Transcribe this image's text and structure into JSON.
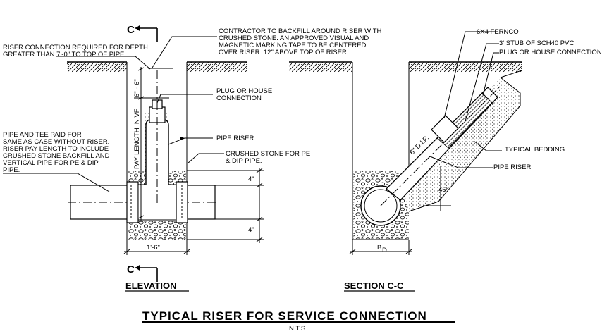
{
  "title": "TYPICAL RISER FOR SERVICE CONNECTION",
  "subtitle": "N.T.S.",
  "section_marker": "C",
  "elevation": {
    "label": "ELEVATION",
    "note_riser_depth": [
      "RISER CONNECTION REQUIRED FOR DEPTH",
      "GREATER THAN 7'-0\" TO TOP OF PIPE."
    ],
    "note_backfill": [
      "CONTRACTOR TO BACKFILL AROUND RISER WITH",
      "CRUSHED STONE.  AN APPROVED VISUAL AND",
      "MAGNETIC MARKING TAPE TO BE CENTERED",
      "OVER RISER.  12\" ABOVE TOP OF RISER."
    ],
    "note_plug": [
      "PLUG OR HOUSE",
      "CONNECTION"
    ],
    "note_pipe_riser": "PIPE RISER",
    "note_crushed_stone": [
      "CRUSHED STONE FOR PE",
      "& DIP PIPE."
    ],
    "note_pipe_tee": [
      "PIPE AND TEE PAID FOR",
      "SAME AS CASE WITHOUT RISER.",
      "RISER PAY LENGTH TO INCLUDE",
      "CRUSHED STONE BACKFILL AND",
      "VERTICAL PIPE FOR PE & DIP",
      "PIPE."
    ],
    "dim_top": "6\" - 6\"",
    "dim_pay_length": "PAY LENGTH IN VF",
    "dim_upper_4": "4\"",
    "dim_lower_4": "4\"",
    "dim_width": "1'-6\""
  },
  "section": {
    "label": "SECTION C-C",
    "note_fernco": "6x4 FERNCO",
    "note_stub": "3' STUB OF SCH40 PVC",
    "note_plug": "PLUG OR HOUSE CONNECTION",
    "note_bedding": "TYPICAL BEDDING",
    "note_riser": "PIPE RISER",
    "dim_dip": "6\" D.I.P.",
    "dim_angle": "45°",
    "dim_bd": "B",
    "dim_bd_sub": "D"
  }
}
